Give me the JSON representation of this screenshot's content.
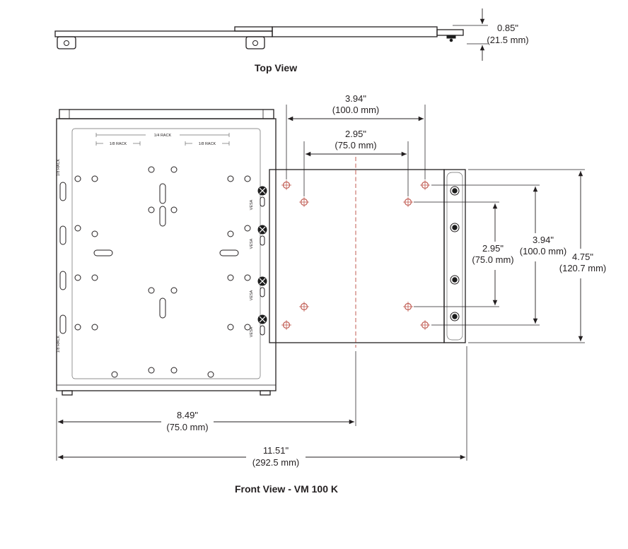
{
  "top_view": {
    "caption": "Top View",
    "depth": {
      "in": "0.85\"",
      "mm": "(21.5 mm)"
    }
  },
  "front_view": {
    "caption": "Front View - VM 100 K",
    "dims": {
      "vesa_h_100": {
        "in": "3.94\"",
        "mm": "(100.0 mm)"
      },
      "vesa_h_75": {
        "in": "2.95\"",
        "mm": "(75.0 mm)"
      },
      "vesa_v_75": {
        "in": "2.95\"",
        "mm": "(75.0 mm)"
      },
      "vesa_v_100": {
        "in": "3.94\"",
        "mm": "(100.0 mm)"
      },
      "bracket_height": {
        "in": "4.75\"",
        "mm": "(120.7 mm)"
      },
      "center_offset": {
        "in": "8.49\"",
        "mm": "(75.0 mm)"
      },
      "overall_width": {
        "in": "11.51\"",
        "mm": "(292.5 mm)"
      }
    },
    "plate_labels": {
      "quarter_rack": "1/4 RACK",
      "eighth_rack": "1/8 RACK",
      "vesa": "VESA"
    }
  },
  "colors": {
    "ink": "#231f20",
    "accent_red": "#c05b52"
  }
}
